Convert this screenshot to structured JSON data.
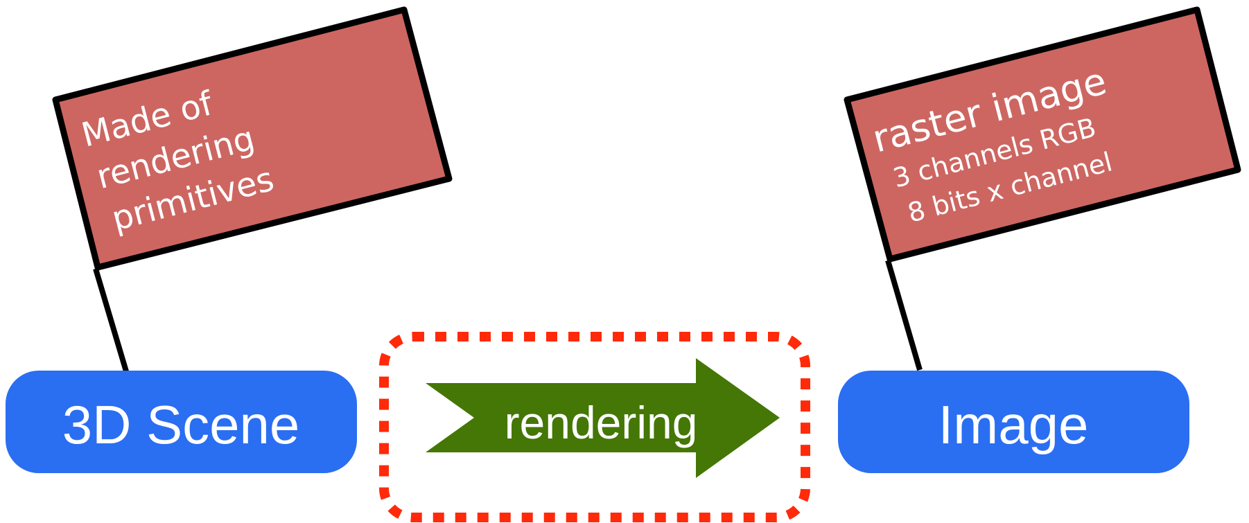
{
  "nodes": {
    "scene": {
      "label": "3D Scene"
    },
    "process": {
      "label": "rendering"
    },
    "image": {
      "label": "Image"
    }
  },
  "flags": {
    "left": {
      "lines": [
        "Made of",
        "rendering",
        "primitives"
      ]
    },
    "right": {
      "lines": [
        "raster  image",
        "3 channels RGB",
        "8 bits x channel"
      ]
    }
  },
  "colors": {
    "node_fill": "#2a6ef2",
    "arrow_fill": "#447705",
    "flag_fill": "#cd6661",
    "dotted_border": "#ff2a0a",
    "outline": "#000000",
    "text": "#ffffff"
  }
}
